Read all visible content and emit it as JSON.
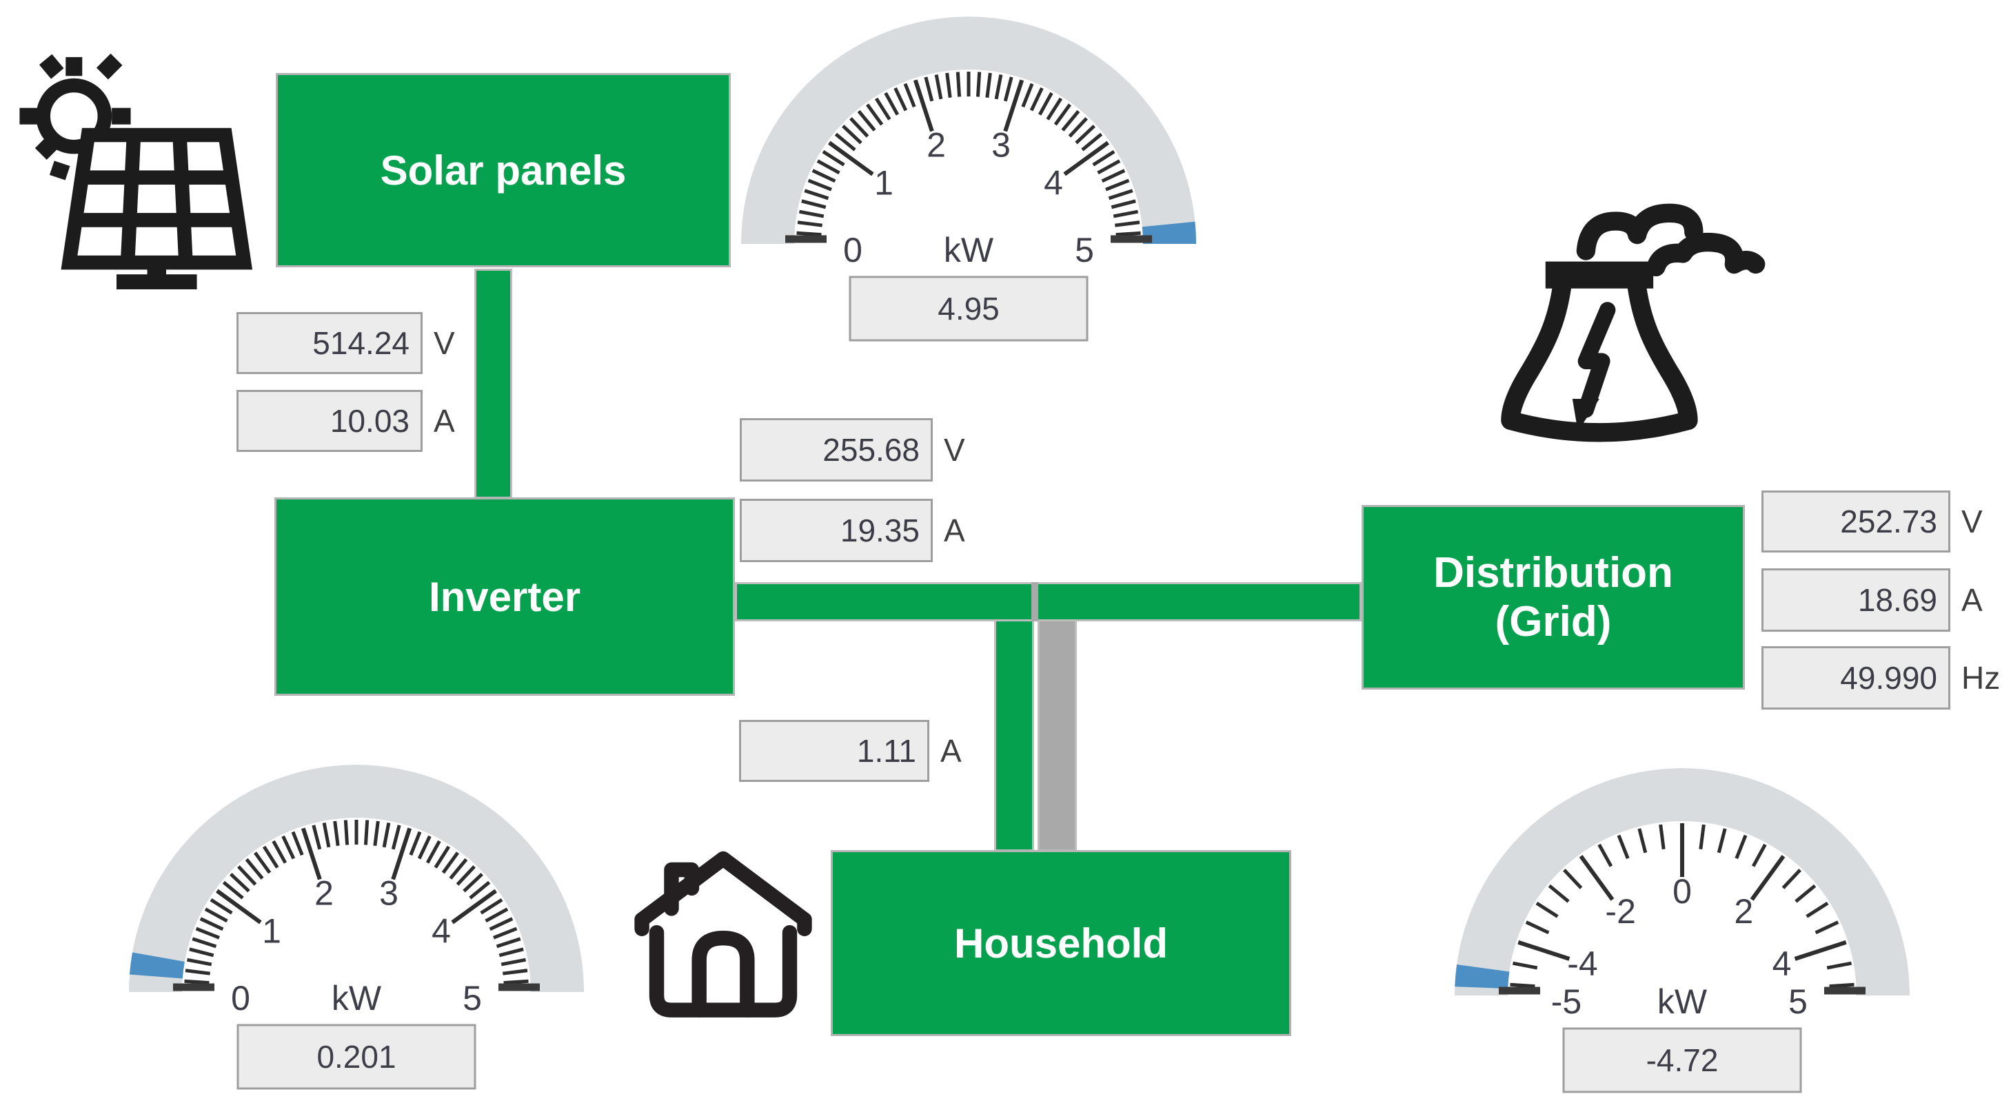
{
  "colors": {
    "block_green": "#05A14E",
    "connector_green": "#05A14E",
    "connector_gray": "#A9A9A9",
    "gauge_band": "#D8DCDF",
    "gauge_marker_blue": "#4B8FC4",
    "tick_color": "#2E2E2E",
    "box_bg": "#ECECEC",
    "box_border": "#9E9E9E",
    "value_text": "#3C3C46",
    "unit_text": "#3F3F3F",
    "icon_color": "#1C1C1C"
  },
  "nodes": {
    "solar": {
      "label": "Solar panels"
    },
    "inverter": {
      "label": "Inverter"
    },
    "distribution": {
      "label": "Distribution\n(Grid)"
    },
    "household": {
      "label": "Household"
    }
  },
  "readouts": {
    "solar_dc": [
      {
        "value": "514.24",
        "unit": "V"
      },
      {
        "value": "10.03",
        "unit": "A"
      }
    ],
    "inverter_ac": [
      {
        "value": "255.68",
        "unit": "V"
      },
      {
        "value": "19.35",
        "unit": "A"
      }
    ],
    "household": [
      {
        "value": "1.11",
        "unit": "A"
      }
    ],
    "grid": [
      {
        "value": "252.73",
        "unit": "V"
      },
      {
        "value": "18.69",
        "unit": "A"
      },
      {
        "value": "49.990",
        "unit": "Hz"
      }
    ]
  },
  "icons": {
    "solar": "sun-and-solar-panel-icon",
    "household": "house-icon",
    "grid": "power-plant-icon"
  },
  "chart_data": [
    {
      "type": "gauge",
      "name": "solar-power-gauge",
      "position": "top-center",
      "unit": "kW",
      "min": 0,
      "max": 5,
      "value": 4.95,
      "display": "4.95",
      "major_ticks": [
        1,
        2,
        3,
        4
      ],
      "minor_step": 0.1,
      "end_labels": [
        "0",
        "5"
      ]
    },
    {
      "type": "gauge",
      "name": "bottom-left-power-gauge",
      "position": "bottom-left",
      "unit": "kW",
      "min": 0,
      "max": 5,
      "value": 0.201,
      "display": "0.201",
      "major_ticks": [
        1,
        2,
        3,
        4
      ],
      "minor_step": 0.1,
      "end_labels": [
        "0",
        "5"
      ]
    },
    {
      "type": "gauge",
      "name": "grid-power-gauge",
      "position": "bottom-right",
      "unit": "kW",
      "min": -5,
      "max": 5,
      "value": -4.72,
      "display": "-4.72",
      "major_ticks": [
        -4,
        -2,
        0,
        2,
        4
      ],
      "minor_step": 0.4,
      "end_labels": [
        "-5",
        "5"
      ]
    }
  ]
}
